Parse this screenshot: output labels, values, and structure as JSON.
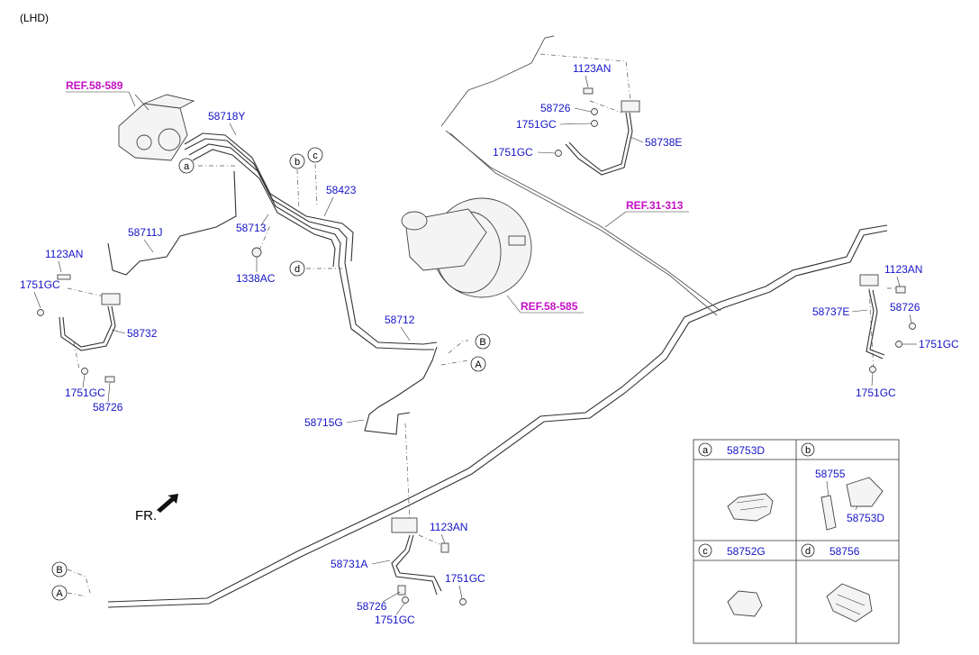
{
  "header": {
    "variant": "(LHD)"
  },
  "refs": {
    "abs_module": "REF.58-589",
    "booster": "REF.58-585",
    "tank_line": "REF.31-313"
  },
  "direction": {
    "front": "FR."
  },
  "callouts": {
    "a": "a",
    "b": "b",
    "c": "c",
    "d": "d",
    "A": "A",
    "B": "B"
  },
  "parts": {
    "p58718Y": "58718Y",
    "p58423": "58423",
    "p58713": "58713",
    "p58711J": "58711J",
    "p1338AC": "1338AC",
    "p58712": "58712",
    "p58715G": "58715G",
    "p58732": "58732",
    "left_1123AN": "1123AN",
    "left_1751GC_top": "1751GC",
    "left_1751GC_bot": "1751GC",
    "left_58726": "58726",
    "top_1123AN": "1123AN",
    "top_58726": "58726",
    "top_1751GC_a": "1751GC",
    "top_1751GC_b": "1751GC",
    "p58738E": "58738E",
    "right_1123AN": "1123AN",
    "right_58726": "58726",
    "p58737E": "58737E",
    "right_1751GC_a": "1751GC",
    "right_1751GC_b": "1751GC",
    "bot_1123AN": "1123AN",
    "p58731A": "58731A",
    "bot_1751GC_a": "1751GC",
    "bot_58726": "58726",
    "bot_1751GC_b": "1751GC"
  },
  "legend": {
    "cells": [
      {
        "key": "a",
        "parts": [
          "58753D"
        ]
      },
      {
        "key": "b",
        "parts": [
          "58755",
          "58753D"
        ]
      },
      {
        "key": "c",
        "parts": [
          "58752G"
        ]
      },
      {
        "key": "d",
        "parts": [
          "58756"
        ]
      }
    ]
  }
}
